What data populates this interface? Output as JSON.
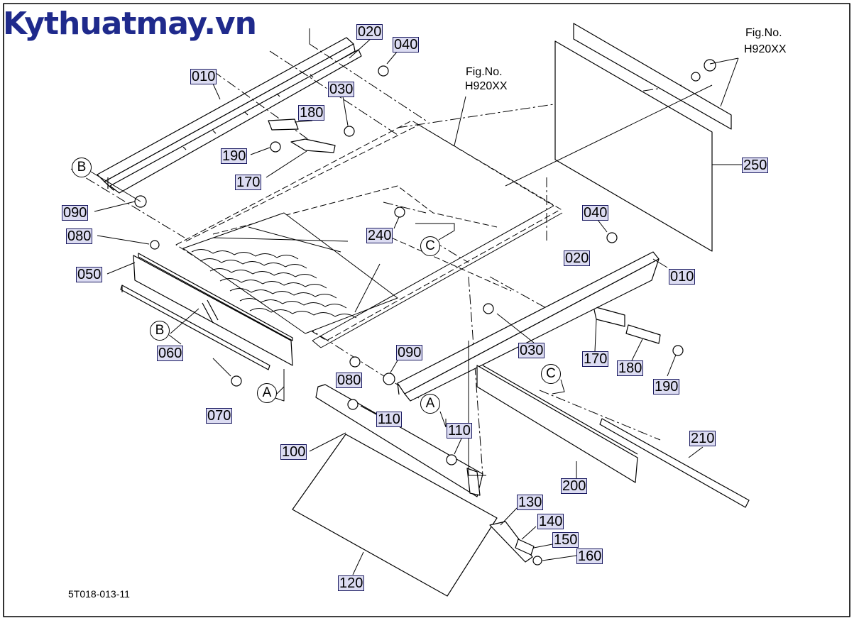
{
  "brand": "Kythuatmay.vn",
  "drawing_code": "5T018-013-11",
  "fig_refs": [
    "Fig.No.",
    "H920XX"
  ],
  "callouts": [
    {
      "key": "c020a",
      "text": "020"
    },
    {
      "key": "c040a",
      "text": "040"
    },
    {
      "key": "c010a",
      "text": "010"
    },
    {
      "key": "c030a",
      "text": "030"
    },
    {
      "key": "c180a",
      "text": "180"
    },
    {
      "key": "c190a",
      "text": "190"
    },
    {
      "key": "c170a",
      "text": "170"
    },
    {
      "key": "c090a",
      "text": "090"
    },
    {
      "key": "c080a",
      "text": "080"
    },
    {
      "key": "c050",
      "text": "050"
    },
    {
      "key": "c060",
      "text": "060"
    },
    {
      "key": "c070",
      "text": "070"
    },
    {
      "key": "c080b",
      "text": "080"
    },
    {
      "key": "c240",
      "text": "240"
    },
    {
      "key": "c250",
      "text": "250"
    },
    {
      "key": "c040b",
      "text": "040"
    },
    {
      "key": "c020b",
      "text": "020"
    },
    {
      "key": "c010b",
      "text": "010"
    },
    {
      "key": "c030b",
      "text": "030"
    },
    {
      "key": "c090b",
      "text": "090"
    },
    {
      "key": "c170b",
      "text": "170"
    },
    {
      "key": "c180b",
      "text": "180"
    },
    {
      "key": "c190b",
      "text": "190"
    },
    {
      "key": "c110a",
      "text": "110"
    },
    {
      "key": "c110b",
      "text": "110"
    },
    {
      "key": "c100",
      "text": "100"
    },
    {
      "key": "c130",
      "text": "130"
    },
    {
      "key": "c140",
      "text": "140"
    },
    {
      "key": "c150",
      "text": "150"
    },
    {
      "key": "c160",
      "text": "160"
    },
    {
      "key": "c120",
      "text": "120"
    },
    {
      "key": "c200",
      "text": "200"
    },
    {
      "key": "c210",
      "text": "210"
    }
  ],
  "view_markers": [
    "A",
    "B",
    "C"
  ]
}
